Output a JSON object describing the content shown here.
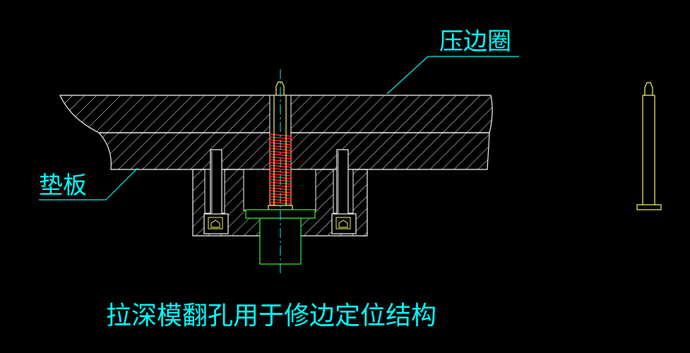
{
  "labels": {
    "blank_holder": "压边圈",
    "backing_plate": "垫板",
    "caption": "拉深模翻孔用于修边定位结构"
  },
  "colors": {
    "background": "#000000",
    "outline": "#ffffff",
    "hatch": "#ffffff",
    "leader": "#00ffff",
    "text": "#00ffff",
    "centerline": "#00ffff",
    "spring": "#ff2020",
    "pin": "#ffff66",
    "bushing": "#33ff33"
  }
}
